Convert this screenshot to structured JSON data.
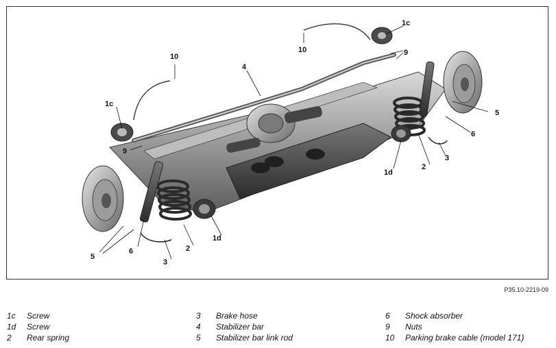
{
  "figure": {
    "code": "P35.10-2219-09",
    "callouts": {
      "c10_left": "10",
      "c10_right": "10",
      "c1c_left": "1c",
      "c1c_right": "1c",
      "c9_left": "9",
      "c9_right": "9",
      "c4": "4",
      "c5_left": "5",
      "c5_right": "5",
      "c6_left": "6",
      "c6_right": "6",
      "c3_left": "3",
      "c3_right": "3",
      "c2_left": "2",
      "c2_right": "2",
      "c1d_left": "1d",
      "c1d_right": "1d"
    }
  },
  "legend": [
    {
      "num": "1c",
      "label": "Screw"
    },
    {
      "num": "1d",
      "label": "Screw"
    },
    {
      "num": "2",
      "label": "Rear spring"
    },
    {
      "num": "3",
      "label": "Brake hose"
    },
    {
      "num": "4",
      "label": "Stabilizer bar"
    },
    {
      "num": "5",
      "label": "Stabilizer bar link rod"
    },
    {
      "num": "6",
      "label": "Shock absorber"
    },
    {
      "num": "9",
      "label": "Nuts"
    },
    {
      "num": "10",
      "label": "Parking brake cable (model 171)"
    }
  ]
}
